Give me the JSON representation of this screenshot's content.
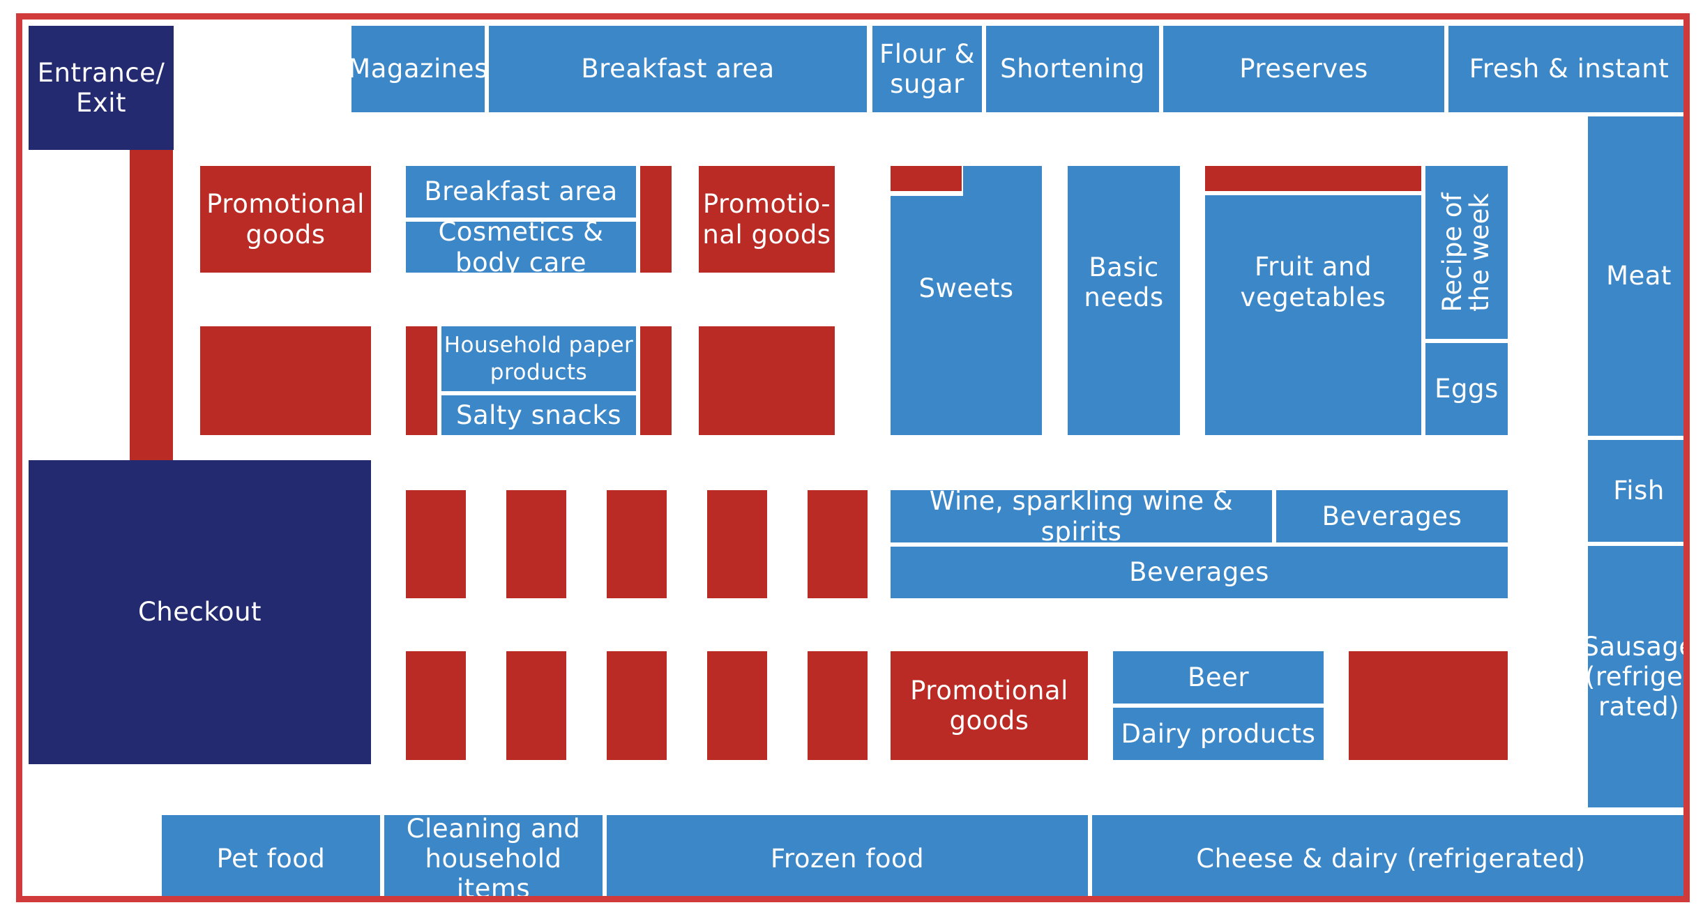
{
  "colors": {
    "frame": "#d03a3a",
    "section": "#3c87c8",
    "promotional": "#b92b24",
    "service": "#232a70",
    "background": "#ffffff"
  },
  "areas": {
    "entrance_exit": "Entrance/\nExit",
    "checkout": "Checkout",
    "magazines": "Magazines",
    "breakfast_area_top": "Breakfast area",
    "flour_sugar": "Flour &\nsugar",
    "shortening": "Shortening",
    "preserves": "Preserves",
    "fresh_instant": "Fresh & instant",
    "meat": "Meat",
    "fish": "Fish",
    "sausage": "Sausage\n(refrige-\nrated)",
    "promo_goods_1": "Promotional\ngoods",
    "breakfast_area_aisle": "Breakfast area",
    "cosmetics_body_care": "Cosmetics & body care",
    "promo_goods_2": "Promotio-\nnal goods",
    "household_paper": "Household paper\nproducts",
    "salty_snacks": "Salty snacks",
    "sweets": "Sweets",
    "basic_needs": "Basic\nneeds",
    "fruit_vegetables": "Fruit and\nvegetables",
    "recipe_of_week": "Recipe of\nthe week",
    "eggs": "Eggs",
    "wine_spirits": "Wine, sparkling wine & spirits",
    "beverages_short": "Beverages",
    "beverages_long": "Beverages",
    "promo_goods_3": "Promotional\ngoods",
    "beer": "Beer",
    "dairy_products": "Dairy products",
    "pet_food": "Pet food",
    "cleaning_household": "Cleaning and\nhousehold items",
    "frozen_food": "Frozen food",
    "cheese_dairy": "Cheese & dairy (refrigerated)"
  }
}
